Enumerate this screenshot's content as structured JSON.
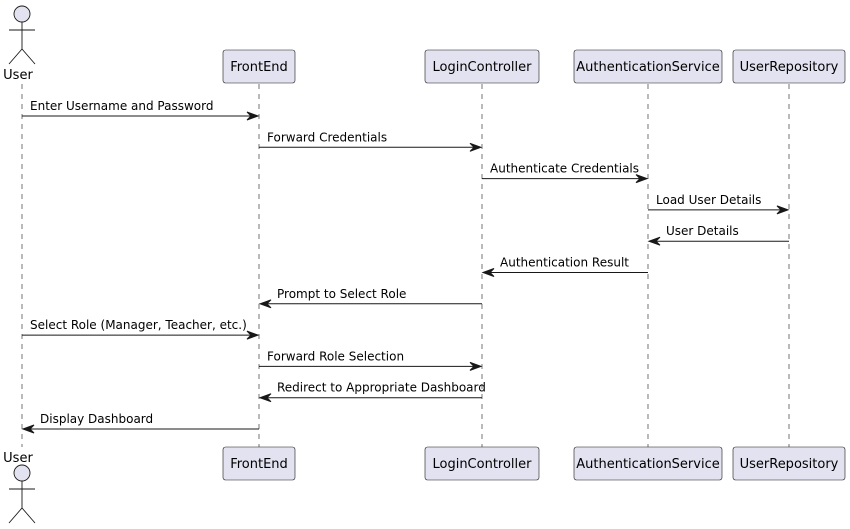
{
  "participants": [
    {
      "id": "user",
      "label": "User",
      "type": "actor"
    },
    {
      "id": "frontend",
      "label": "FrontEnd",
      "type": "participant"
    },
    {
      "id": "logincontroller",
      "label": "LoginController",
      "type": "participant"
    },
    {
      "id": "authservice",
      "label": "AuthenticationService",
      "type": "participant"
    },
    {
      "id": "userrepo",
      "label": "UserRepository",
      "type": "participant"
    }
  ],
  "messages": [
    {
      "from": "user",
      "to": "frontend",
      "label": "Enter Username and Password"
    },
    {
      "from": "frontend",
      "to": "logincontroller",
      "label": "Forward Credentials"
    },
    {
      "from": "logincontroller",
      "to": "authservice",
      "label": "Authenticate Credentials"
    },
    {
      "from": "authservice",
      "to": "userrepo",
      "label": "Load User Details"
    },
    {
      "from": "userrepo",
      "to": "authservice",
      "label": "User Details"
    },
    {
      "from": "authservice",
      "to": "logincontroller",
      "label": "Authentication Result"
    },
    {
      "from": "logincontroller",
      "to": "frontend",
      "label": "Prompt to Select Role"
    },
    {
      "from": "user",
      "to": "frontend",
      "label": "Select Role (Manager, Teacher, etc.)"
    },
    {
      "from": "frontend",
      "to": "logincontroller",
      "label": "Forward Role Selection"
    },
    {
      "from": "logincontroller",
      "to": "frontend",
      "label": "Redirect to Appropriate Dashboard"
    },
    {
      "from": "frontend",
      "to": "user",
      "label": "Display Dashboard"
    }
  ]
}
